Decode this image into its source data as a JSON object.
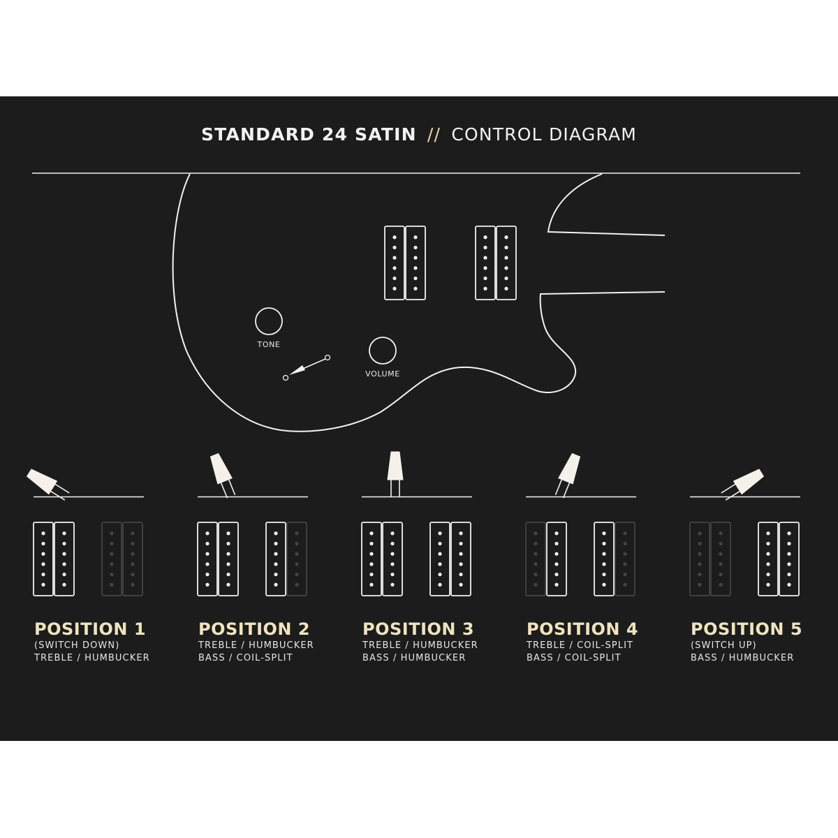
{
  "title": {
    "model": "STANDARD 24 SATIN",
    "separator": "//",
    "subtitle": "CONTROL DIAGRAM"
  },
  "knobs": {
    "tone_label": "TONE",
    "volume_label": "VOLUME"
  },
  "colors": {
    "background": "#1c1c1c",
    "line": "#f2f2f2",
    "accent": "#efe3c0",
    "inactive_coil": "#555555"
  },
  "positions": [
    {
      "title": "POSITION 1",
      "line1": "(SWITCH DOWN)",
      "line2": "TREBLE / HUMBUCKER",
      "switch": "down",
      "coils_active": [
        true,
        true,
        false,
        false
      ]
    },
    {
      "title": "POSITION 2",
      "line1": "TREBLE / HUMBUCKER",
      "line2": "BASS / COIL-SPLIT",
      "switch": "down-mid",
      "coils_active": [
        true,
        true,
        true,
        false
      ]
    },
    {
      "title": "POSITION 3",
      "line1": "TREBLE / HUMBUCKER",
      "line2": "BASS / HUMBUCKER",
      "switch": "middle",
      "coils_active": [
        true,
        true,
        true,
        true
      ]
    },
    {
      "title": "POSITION 4",
      "line1": "TREBLE / COIL-SPLIT",
      "line2": "BASS / COIL-SPLIT",
      "switch": "up-mid",
      "coils_active": [
        false,
        true,
        true,
        false
      ]
    },
    {
      "title": "POSITION 5",
      "line1": "(SWITCH UP)",
      "line2": "BASS / HUMBUCKER",
      "switch": "up",
      "coils_active": [
        false,
        false,
        true,
        true
      ]
    }
  ]
}
